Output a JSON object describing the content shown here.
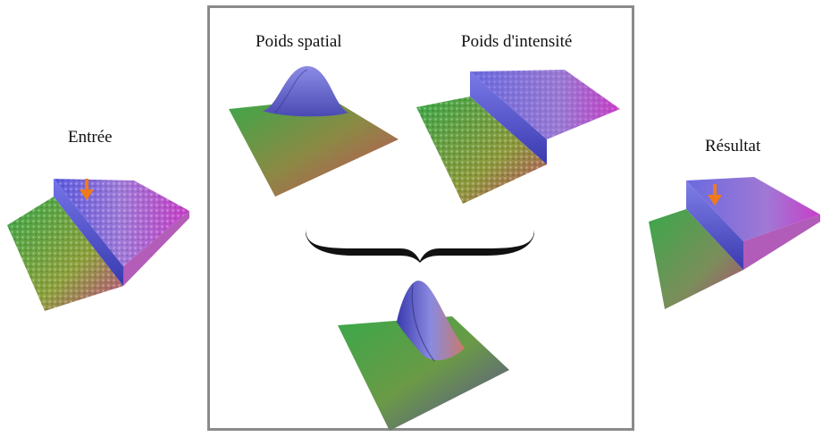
{
  "labels": {
    "input": "Entrée",
    "spatial_weight": "Poids spatial",
    "intensity_weight": "Poids d'intensité",
    "result": "Résultat"
  },
  "colors": {
    "frame": "#8a8a8a",
    "arrow": "#f07a1a",
    "brace": "#111111",
    "green": "#3d9b3d",
    "magenta": "#c23cc9",
    "blue": "#6a6ad8"
  }
}
